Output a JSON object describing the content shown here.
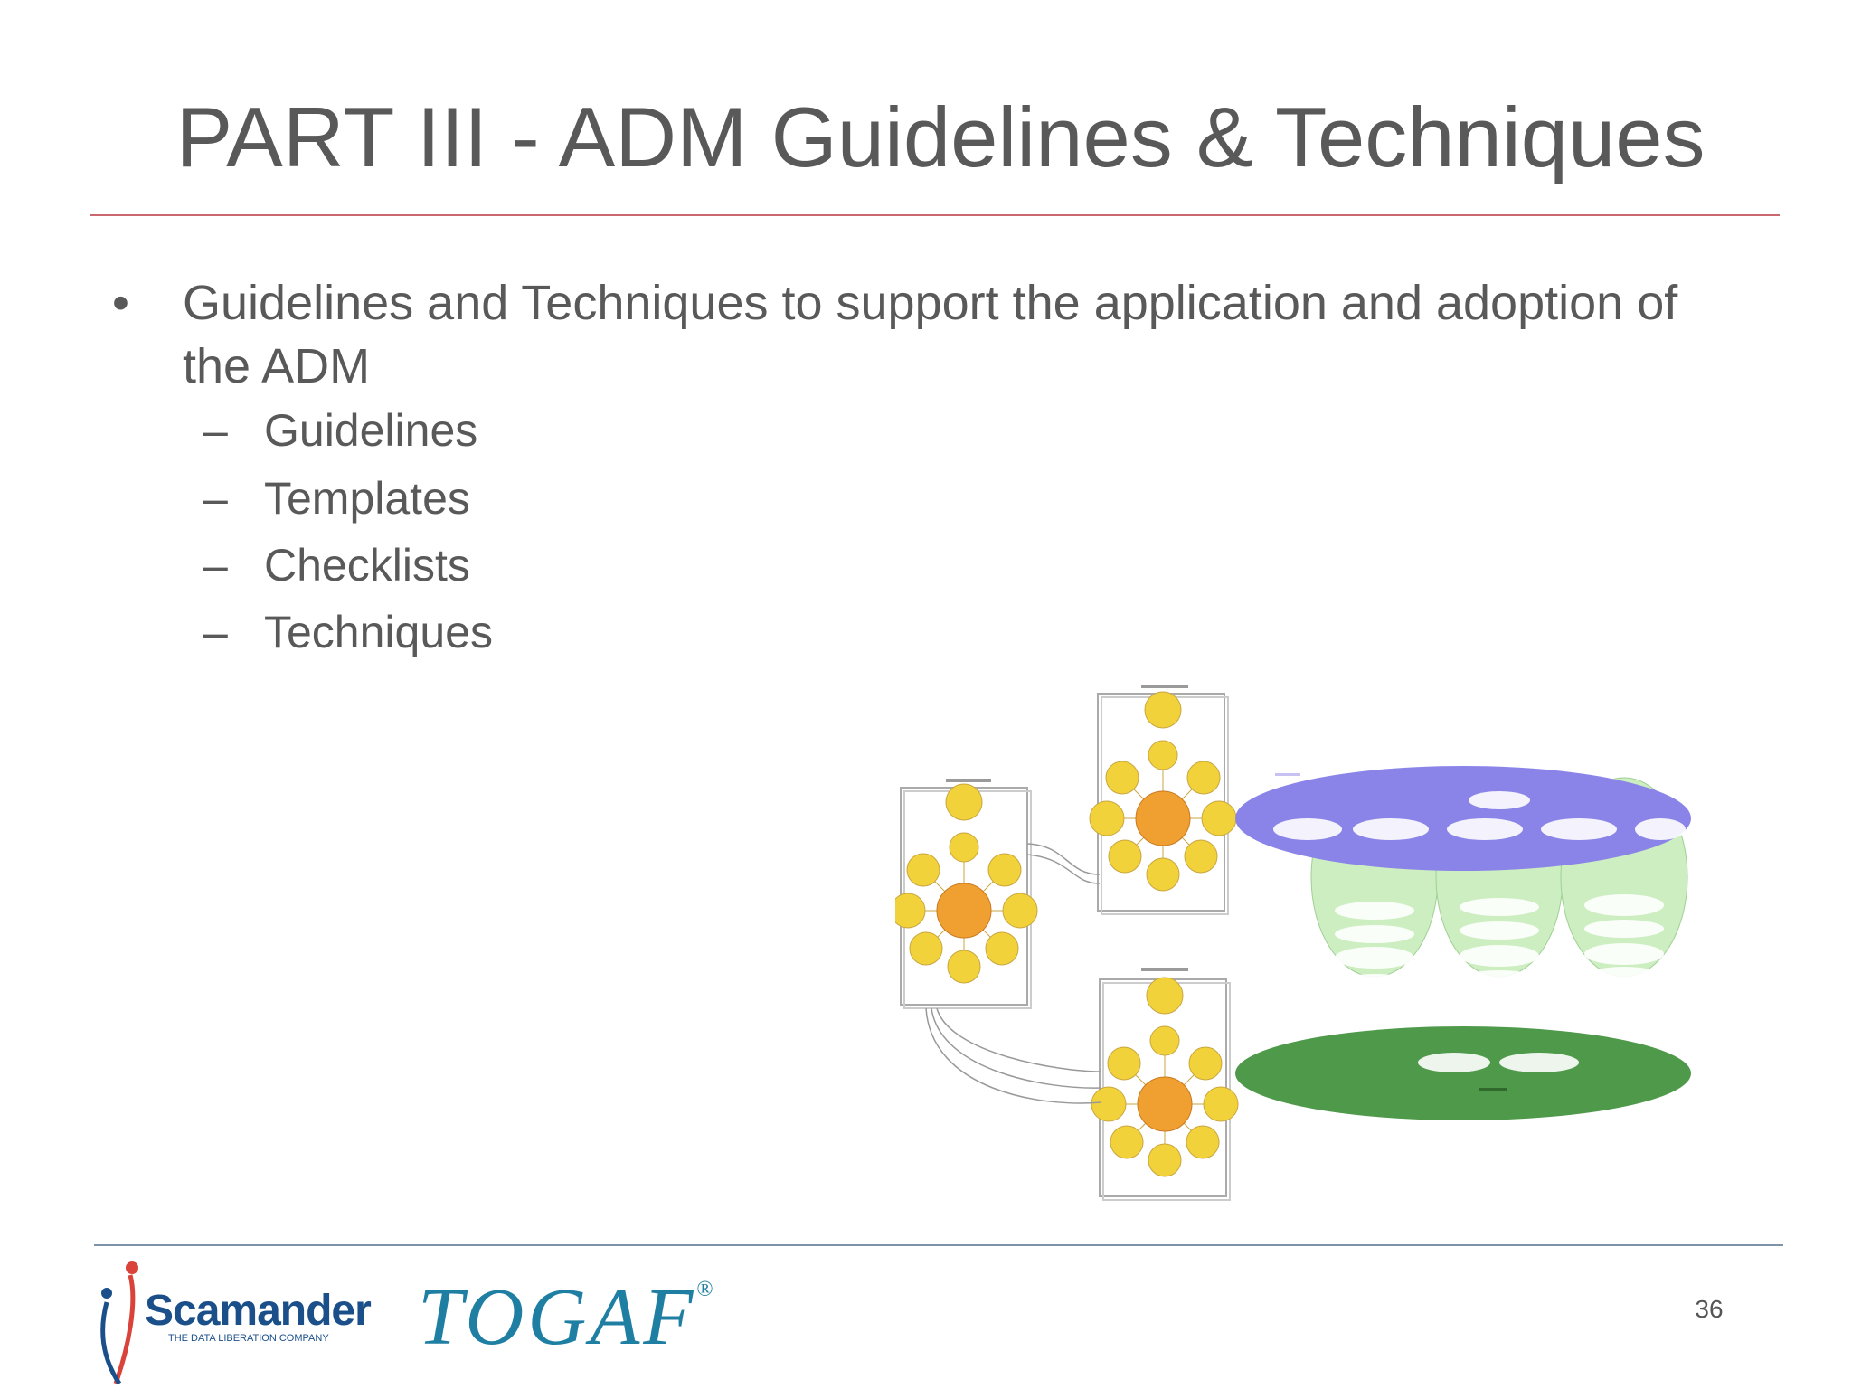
{
  "slide": {
    "title": "PART III - ADM Guidelines & Techniques",
    "bullet": "Guidelines and Techniques to support the application and adoption of the ADM",
    "bullet_marker": "•",
    "sub_marker": "–",
    "sub_items": [
      "Guidelines",
      "Templates",
      "Checklists",
      "Techniques"
    ],
    "page_number": "36"
  },
  "footer": {
    "scamander_name": "Scamander",
    "scamander_tagline": "THE DATA LIBERATION COMPANY",
    "togaf_name": "TOGAF",
    "togaf_mark": "®"
  },
  "colors": {
    "title_rule": "#c9686e",
    "footer_rule": "#7d93a8",
    "togaf_blue": "#1f7fa3",
    "scamander_blue": "#1b4f8a",
    "scamander_red": "#d9433a",
    "figure_purple": "#8a84e8",
    "figure_light_green": "#cdeec0",
    "figure_dark_green": "#4f9a4a",
    "figure_yellow": "#f2d23a",
    "figure_orange": "#f0a030"
  }
}
